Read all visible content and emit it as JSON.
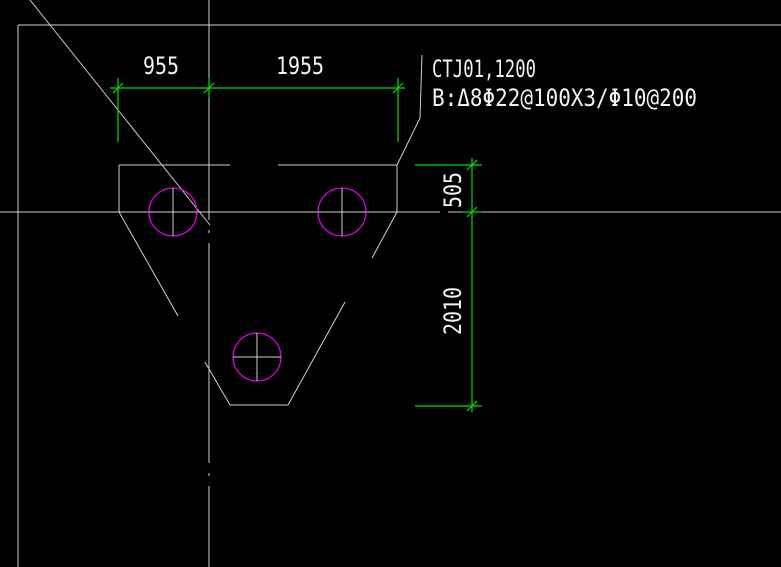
{
  "drawing": {
    "dimensions": {
      "horizontal_left": "955",
      "horizontal_right": "1955",
      "vertical_top": "505",
      "vertical_bottom": "2010"
    },
    "annotation": {
      "line1": "CTJ01,1200",
      "line2": "B:Δ8Φ22@100X3/Φ10@200"
    },
    "colors": {
      "background": "#000000",
      "outline": "#cfcfcf",
      "dimension": "#00e000",
      "pile": "#e000e0",
      "text": "#f2f2f2"
    }
  }
}
